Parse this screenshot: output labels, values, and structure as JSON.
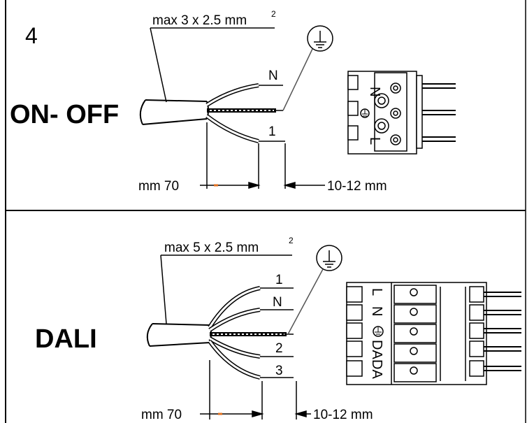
{
  "step_number": "4",
  "top": {
    "mode_label": "ON- OFF",
    "cable_spec": "max 3 x 2.5 mm",
    "cable_spec_exp": "2",
    "wires": [
      "N",
      "1"
    ],
    "strip_length": "mm 70",
    "wire_strip": "10-12 mm",
    "terminal_labels": [
      "N",
      "L"
    ],
    "icons": [
      "ground-symbol"
    ]
  },
  "bottom": {
    "mode_label": "DALI",
    "cable_spec": "max 5 x 2.5 mm",
    "cable_spec_exp": "2",
    "wires": [
      "1",
      "N",
      "2",
      "3"
    ],
    "strip_length": "mm 70",
    "wire_strip": "10-12 mm",
    "terminal_labels": [
      "L",
      "N",
      "DA",
      "DA"
    ],
    "icons": [
      "ground-symbol"
    ]
  }
}
